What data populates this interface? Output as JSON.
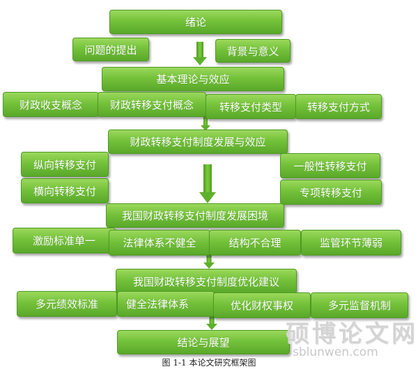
{
  "nodes": {
    "intro": "绪论",
    "problem": "问题的提出",
    "background": "背景与意义",
    "theory": "基本理论与效应",
    "fiscal_concept": "财政收支概念",
    "transfer_concept": "财政转移支付概念",
    "transfer_types": "转移支付类型",
    "transfer_methods": "转移支付方式",
    "development": "财政转移支付制度发展与效应",
    "vertical": "纵向转移支付",
    "horizontal": "横向转移支付",
    "general": "一般性转移支付",
    "special": "专项转移支付",
    "dilemma": "我国财政转移支付制度发展困境",
    "incentive": "激励标准单一",
    "legal_imperfect": "法律体系不健全",
    "structure": "结构不合理",
    "supervision": "监管环节薄弱",
    "suggestions": "我国财政转移支付制度优化建议",
    "multi_perf": "多元绩效标准",
    "improve_legal": "健全法律体系",
    "optimize_rights": "优化财权事权",
    "multi_supervision": "多元监督机制",
    "conclusion": "结论与展望"
  },
  "caption": "图 1-1 本论文研究框架图",
  "watermark": {
    "chinese": "硕博论文网",
    "url": "sblunwen.com"
  },
  "colors": {
    "box_fill": "#74c23a",
    "box_border": "#4e9a22",
    "arrow": "#5fb02c",
    "text": "#ffffff"
  }
}
